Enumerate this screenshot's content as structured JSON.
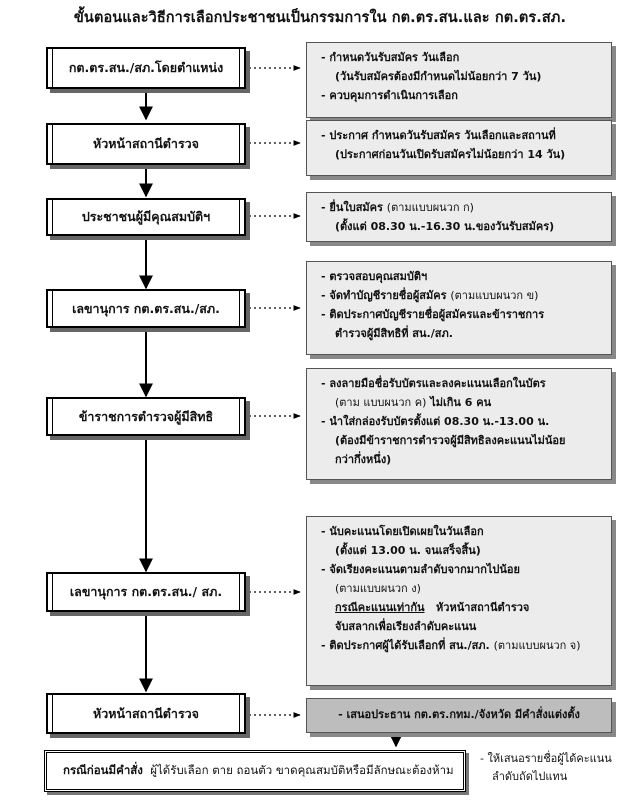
{
  "title": "ขั้นตอนและวิธีการเลือกประชาชนเป็นกรรมการใน กต.ตร.สน.และ กต.ตร.สภ.",
  "steps": [
    {
      "label": "กต.ตร.สน./สภ.โดยตำแหน่ง",
      "notes": [
        "-  กำหนดวันรับสมัคร วันเลือก",
        "(วันรับสมัครต้องมีกำหนดไม่น้อยกว่า 7 วัน)",
        "-  ควบคุมการดำเนินการเลือก"
      ]
    },
    {
      "label": "หัวหน้าสถานีตำรวจ",
      "notes": [
        "-  ประกาศ กำหนดวันรับสมัคร วันเลือกและสถานที่",
        "(ประกาศก่อนวันเปิดรับสมัครไม่น้อยกว่า 14 วัน)"
      ]
    },
    {
      "label": "ประชาชนผู้มีคุณสมบัติฯ",
      "notes_a": "-  ยื่นใบสมัคร",
      "notes_a2": "(ตามแบบผนวก ก)",
      "notes_b": "(ตั้งแต่ 08.30 น.-16.30 น.ของวันรับสมัคร)"
    },
    {
      "label": "เลขานุการ กต.ตร.สน./สภ.",
      "notes_a": "-  ตรวจสอบคุณสมบัติฯ",
      "notes_b": "-  จัดทำบัญชีรายชื่อผู้สมัคร",
      "notes_b2": "(ตามแบบผนวก ข)",
      "notes_c": "-  ติดประกาศบัญชีรายชื่อผู้สมัครและข้าราชการ",
      "notes_d": "ตำรวจผู้มีสิทธิที่ สน./สภ."
    },
    {
      "label": "ข้าราชการตำรวจผู้มีสิทธิ",
      "notes_a": "-  ลงลายมือชื่อรับบัตรและลงคะแนนเลือกในบัตร",
      "notes_b": "(ตาม แบบผนวก ค)",
      "notes_b2": "ไม่เกิน  6  คน",
      "notes_c": "-  นำใส่กล่องรับบัตรตั้งแต่ 08.30 น.-13.00 น.",
      "notes_d": "(ต้องมีข้าราชการตำรวจผู้มีสิทธิลงคะแนนไม่น้อย",
      "notes_e": "กว่ากึ่งหนึ่ง)"
    },
    {
      "label": "เลขานุการ กต.ตร.สน./ สภ.",
      "notes_a": "-  นับคะแนนโดยเปิดเผยในวันเลือก",
      "notes_b": "(ตั้งแต่ 13.00 น. จนเสร็จสิ้น)",
      "notes_c": "-  จัดเรียงคะแนนตามลำดับจากมากไปน้อย",
      "notes_d": "(ตามแบบผนวก ง)",
      "notes_e1": "กรณีคะแนนเท่ากัน",
      "notes_e2": "หัวหน้าสถานีตำรวจ",
      "notes_f": "จับสลากเพื่อเรียงลำดับคะแนน",
      "notes_g": "-  ติดประกาศผู้ได้รับเลือกที่ สน./สภ.",
      "notes_g2": "(ตามแบบผนวก จ)"
    },
    {
      "label": "หัวหน้าสถานีตำรวจ",
      "notes_a": "-  เสนอประธาน กต.ตร.กทม./จังหวัด มีคำสั่งแต่งตั้ง"
    }
  ],
  "case": {
    "bold": "กรณีก่อนมีคำสั่ง",
    "rest": "ผู้ได้รับเลือก ตาย ถอนตัว ขาดคุณสมบัติหรือมีลักษณะต้องห้าม"
  },
  "side_note": [
    "- ให้เสนอรายชื่อผู้ได้คะแนน",
    "ลำดับถัดไปแทน"
  ]
}
